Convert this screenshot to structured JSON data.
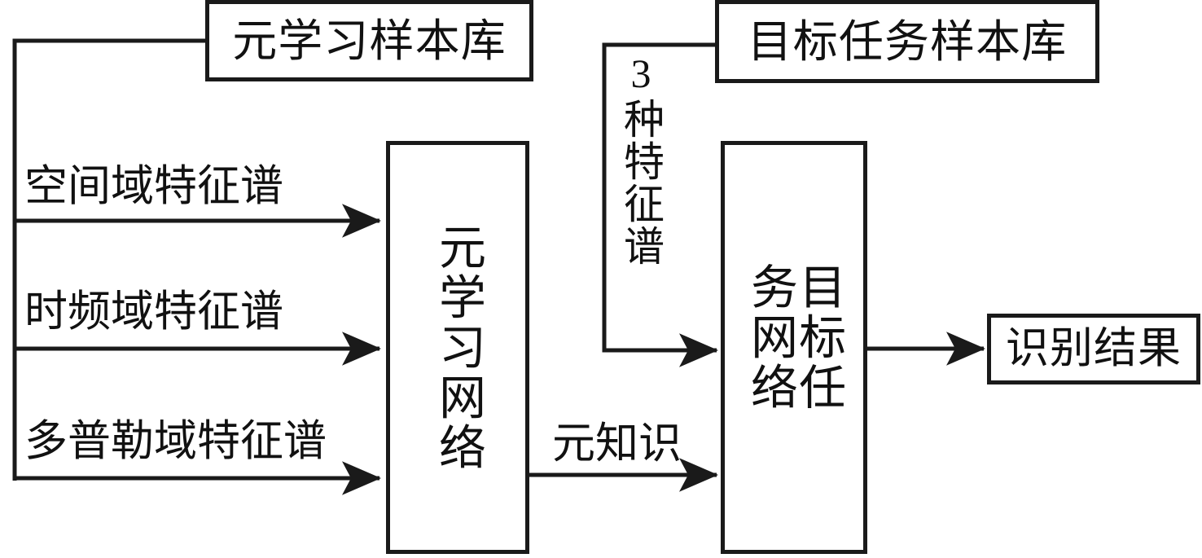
{
  "diagram": {
    "title_present": false,
    "boxes": {
      "meta_sample_library": "元学习样本库",
      "target_sample_library": "目标任务样本库",
      "meta_learning_network": "元学习网络",
      "target_task_network": "目标任务网络",
      "recognition_result": "识别结果"
    },
    "edge_labels": {
      "spatial_feature_spectrum": "空间域特征谱",
      "time_frequency_feature_spectrum": "时频域特征谱",
      "doppler_feature_spectrum": "多普勒域特征谱",
      "three_feature_spectra": "3种特征谱",
      "meta_knowledge": "元知识"
    },
    "colors": {
      "stroke": "#1a1a1a",
      "background": "#ffffff",
      "text": "#111111"
    }
  }
}
